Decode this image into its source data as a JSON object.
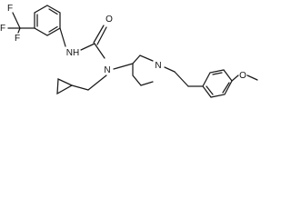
{
  "molecule": {
    "atom_labels": {
      "fluorine_1": "F",
      "fluorine_2": "F",
      "fluorine_3": "F",
      "urea_oxygen": "O",
      "amide_nh": "NH",
      "urea_nitrogen": "N",
      "piperidine_nitrogen": "N",
      "methoxy_oxygen": "O"
    }
  }
}
